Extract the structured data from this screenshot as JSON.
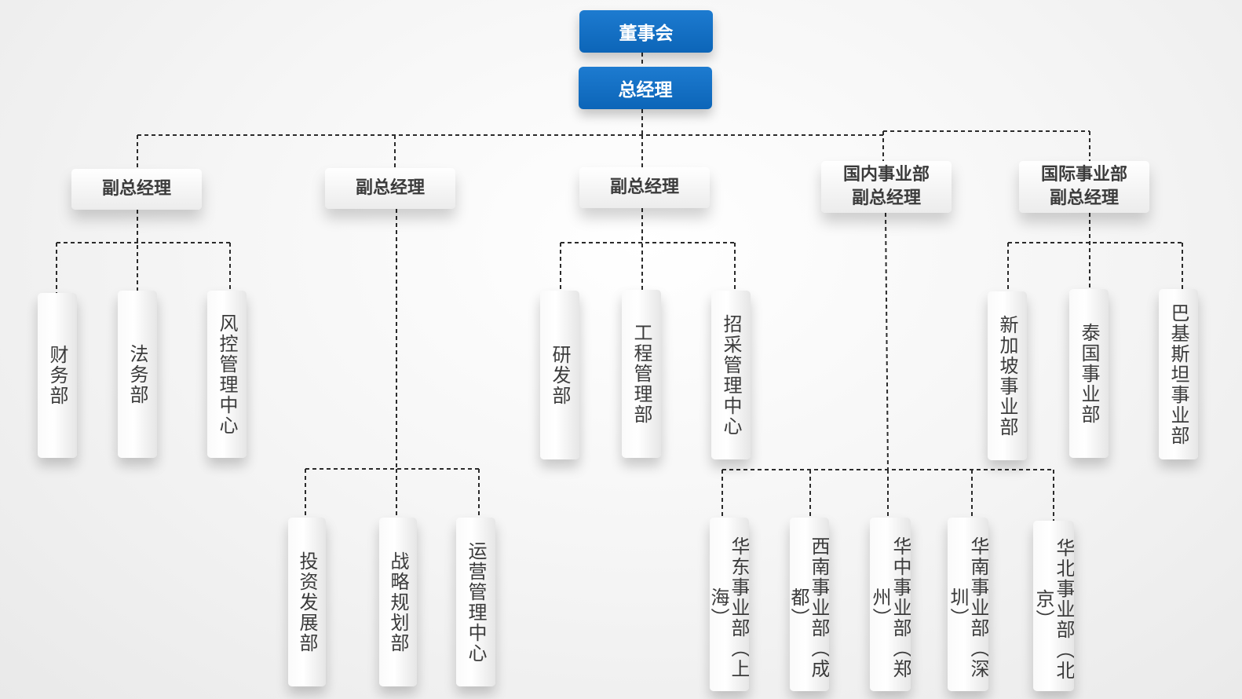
{
  "board": "董事会",
  "gm": "总经理",
  "vps": [
    {
      "title": "副总经理",
      "departments": [
        "财务部",
        "法务部",
        "风控管理中心"
      ]
    },
    {
      "title": "副总经理",
      "departments": [
        "投资发展部",
        "战略规划部",
        "运营管理中心"
      ]
    },
    {
      "title": "副总经理",
      "departments": [
        "研发部",
        "工程管理部",
        "招采管理中心"
      ]
    },
    {
      "title": "国内事业部\n副总经理",
      "departments": [
        "华东事业部（上海）",
        "西南事业部（成都）",
        "华中事业部（郑州）",
        "华南事业部（深圳）",
        "华北事业部（北京）"
      ]
    },
    {
      "title": "国际事业部\n副总经理",
      "departments": [
        "新加坡事业部",
        "泰国事业部",
        "巴基斯坦事业部"
      ]
    }
  ],
  "colors": {
    "accent": "#0c65b8",
    "connector": "#2b2b2b"
  }
}
